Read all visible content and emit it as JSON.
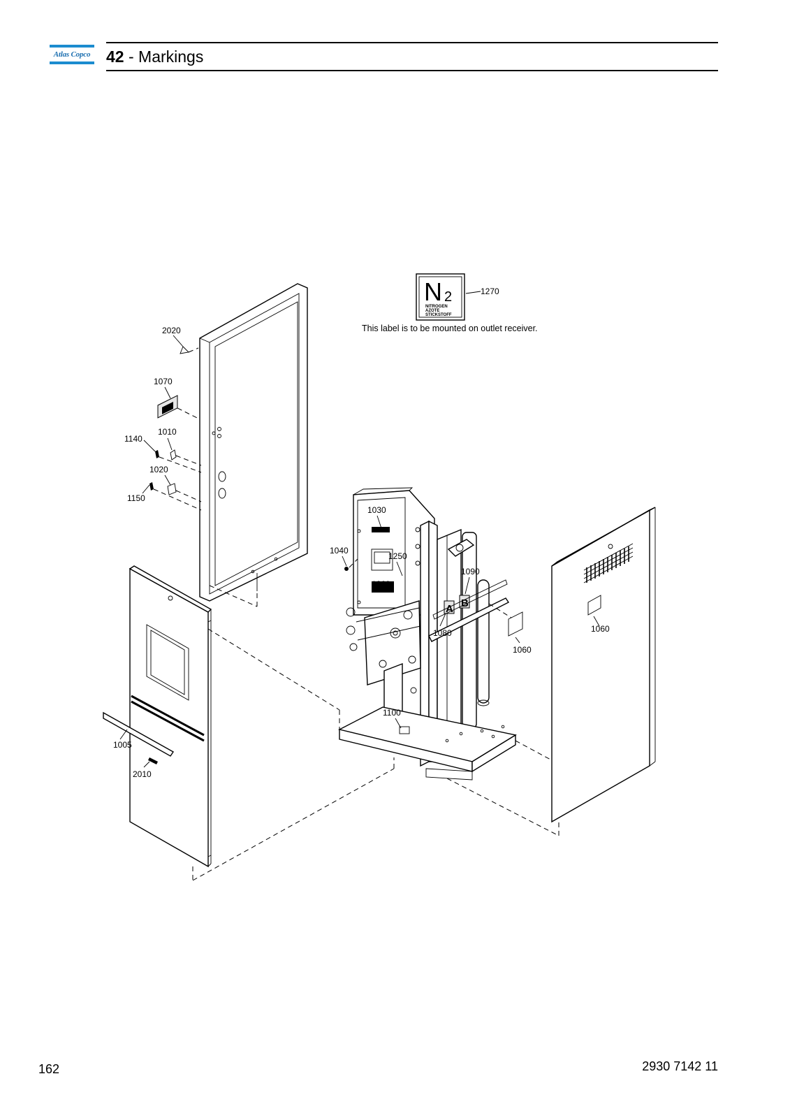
{
  "header": {
    "logo_text": "Atlas Copco",
    "section_number": "42",
    "section_separator": " - ",
    "section_title": "Markings",
    "brand_color": "#1c8ccf"
  },
  "diagram": {
    "label_n2": {
      "symbol": "N",
      "subscript": "2",
      "lines": [
        "NITROGEN",
        "AZOTE",
        "STICKSTOFF"
      ]
    },
    "note": "This  label is to be mounted on outlet receiver.",
    "callouts": {
      "c1270": "1270",
      "c2020": "2020",
      "c1070": "1070",
      "c1010": "1010",
      "c1140": "1140",
      "c1020": "1020",
      "c1150": "1150",
      "c1030": "1030",
      "c1040": "1040",
      "c1250": "1250",
      "c1260": "1260",
      "c1090": "1090",
      "c1080": "1080",
      "c1060a": "1060",
      "c1060b": "1060",
      "c1100": "1100",
      "c1005": "1005",
      "c2010": "2010"
    },
    "vessel_labels": {
      "a": "A",
      "b": "B"
    }
  },
  "footer": {
    "page_number": "162",
    "doc_number": "2930 7142 11"
  }
}
